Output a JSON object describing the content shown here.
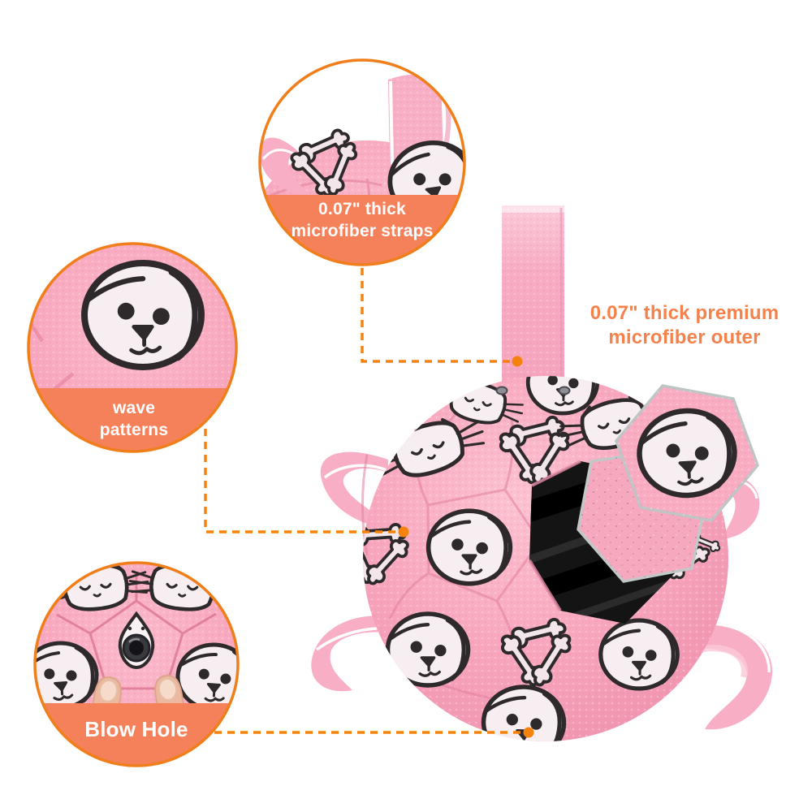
{
  "labels": {
    "straps_callout": {
      "line1": "0.07\" thick",
      "line2": "microfiber straps"
    },
    "wave_callout": {
      "line1": "wave",
      "line2": "patterns"
    },
    "blow_hole_callout": {
      "label": "Blow Hole"
    },
    "outer_note": {
      "line1": "0.07\" thick premium",
      "line2": "microfiber outer"
    }
  },
  "colors": {
    "callout_border_orange": "#EF7E1B",
    "callout_band_orange": "#F5815B",
    "dashed_connector_orange": "#F5820D",
    "callout_text": "#FFFFFF",
    "outer_note_text": "#F5814B",
    "ball_pink": "#F8A6BD",
    "strap_pink": "#F8AFC6",
    "inner_bladder_black": "#141414",
    "hexagon_patch_edge": "#C2C7C7"
  },
  "motifs": [
    "dog-face",
    "cat-face",
    "bone-cluster",
    "blow-hole-valve",
    "finger-press",
    "strap-loop",
    "hexagon-patch"
  ]
}
